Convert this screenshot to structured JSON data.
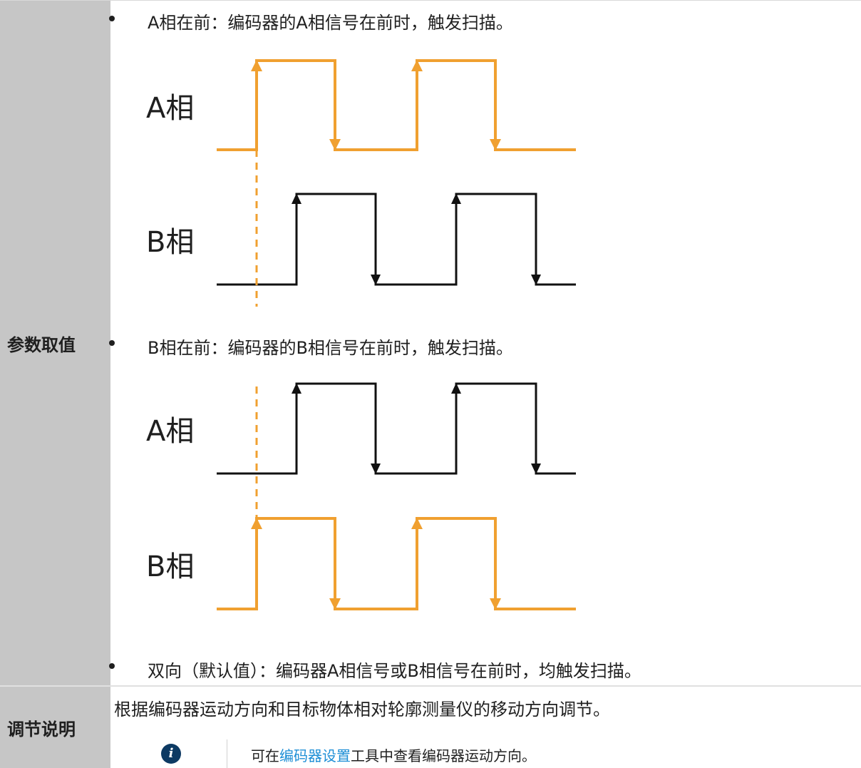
{
  "table": {
    "row1_label": "参数取值",
    "row2_label": "调节说明"
  },
  "options": [
    {
      "text": "A相在前：编码器的A相信号在前时，触发扫描。"
    },
    {
      "text": "B相在前：编码器的B相信号在前时，触发扫描。"
    },
    {
      "text": "双向（默认值）：编码器A相信号或B相信号在前时，均触发扫描。"
    }
  ],
  "diagrams": [
    {
      "top_label": "A相",
      "bottom_label": "B相",
      "leading_phase": "A"
    },
    {
      "top_label": "A相",
      "bottom_label": "B相",
      "leading_phase": "B"
    }
  ],
  "colors": {
    "leading": "#f0a030",
    "trailing": "#111111",
    "label_bg": "#c6c6c6",
    "link": "#1e8fd6",
    "info_icon": "#0d3a63"
  },
  "adjust": {
    "description": "根据编码器运动方向和目标物体相对轮廓测量仪的移动方向调节。",
    "note_icon": "info-icon",
    "note_prefix": "可在",
    "note_link": "编码器设置",
    "note_suffix": "工具中查看编码器运动方向。"
  }
}
